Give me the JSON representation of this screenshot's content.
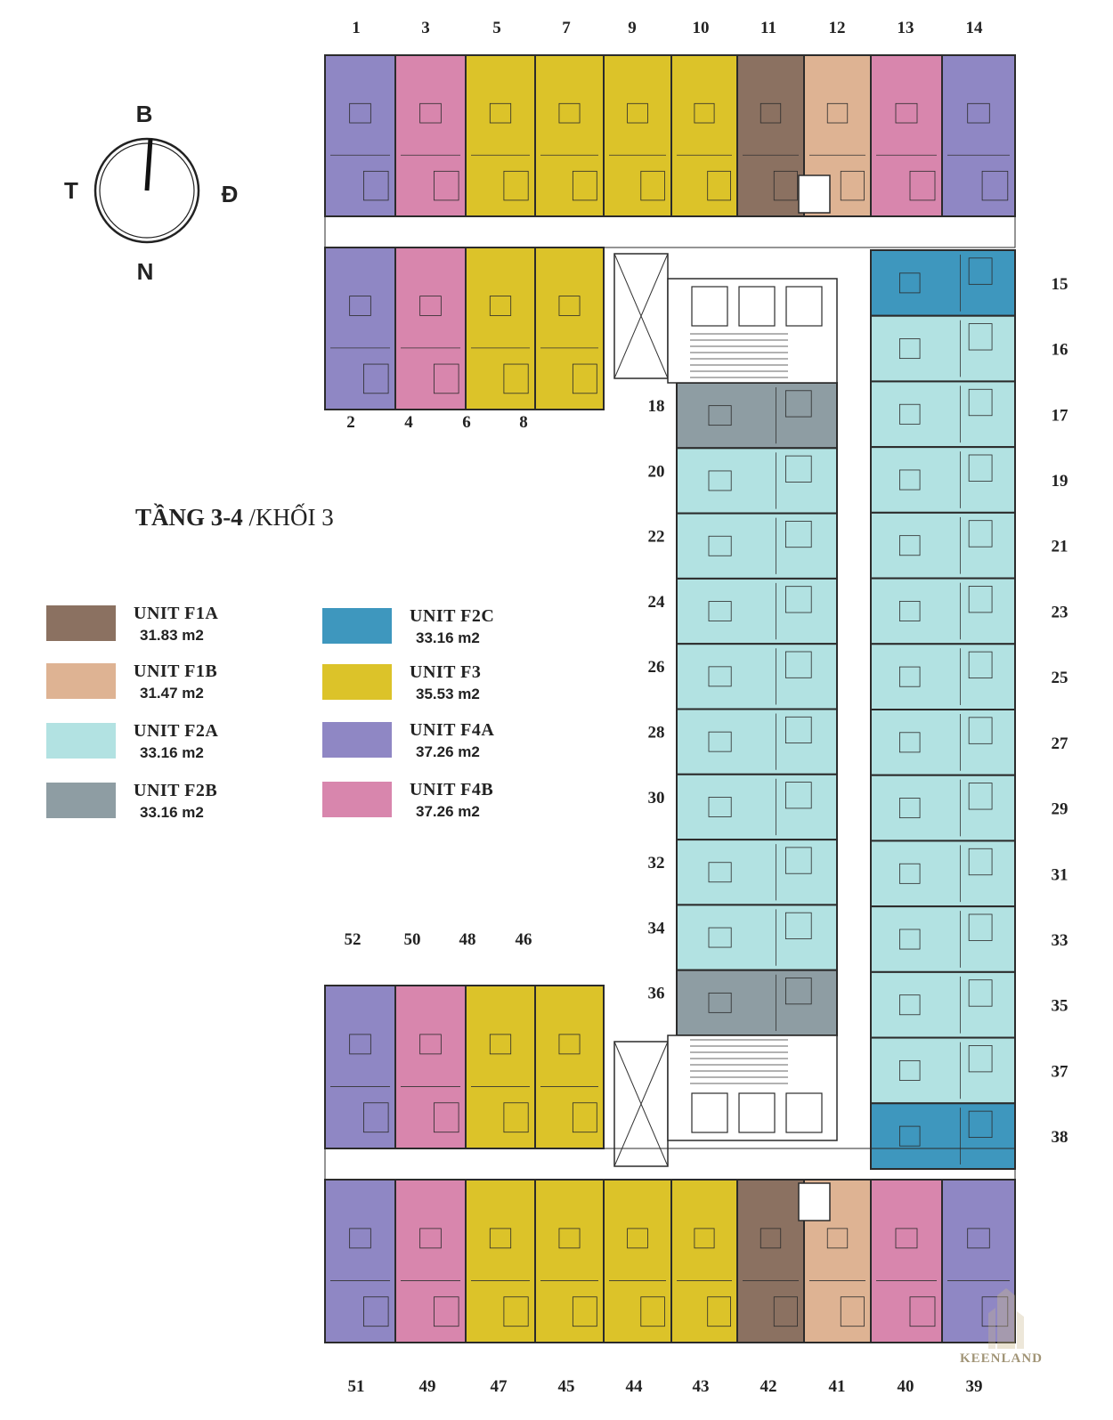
{
  "title": {
    "floor": "TẦNG 3-4",
    "block": "/KHỐI 3"
  },
  "compass": {
    "north": "B",
    "south": "N",
    "west": "T",
    "east": "Đ"
  },
  "legend": [
    {
      "name": "UNIT  F1A",
      "area": "31.83 m2",
      "color": "#8b7161"
    },
    {
      "name": "UNIT  F1B",
      "area": "31.47 m2",
      "color": "#deb393"
    },
    {
      "name": "UNIT   F2A",
      "area": "33.16 m2",
      "color": "#b2e2e2"
    },
    {
      "name": "UNIT  F2B",
      "area": "33.16 m2",
      "color": "#8e9da3"
    },
    {
      "name": "UNIT  F2C",
      "area": "33.16 m2",
      "color": "#3e97be"
    },
    {
      "name": "UNIT  F3",
      "area": "35.53 m2",
      "color": "#dcc329"
    },
    {
      "name": "UNIT  F4A",
      "area": "37.26 m2",
      "color": "#8f87c4"
    },
    {
      "name": "UNIT  F4B",
      "area": "37.26 m2",
      "color": "#d886ad"
    }
  ],
  "units": {
    "top_row": [
      "1",
      "3",
      "5",
      "7",
      "9",
      "10",
      "11",
      "12",
      "13",
      "14"
    ],
    "top_left_lower": [
      "2",
      "4",
      "6",
      "8"
    ],
    "right_column": [
      "15",
      "16",
      "17",
      "19",
      "21",
      "23",
      "25",
      "27",
      "29",
      "31",
      "33",
      "35",
      "37",
      "38"
    ],
    "middle_column": [
      "18",
      "20",
      "22",
      "24",
      "26",
      "28",
      "30",
      "32",
      "34",
      "36"
    ],
    "bottom_left_upper": [
      "52",
      "50",
      "48",
      "46"
    ],
    "bottom_row": [
      "51",
      "49",
      "47",
      "45",
      "44",
      "43",
      "42",
      "41",
      "40",
      "39"
    ]
  },
  "watermark": {
    "text": "KEENLAND"
  }
}
